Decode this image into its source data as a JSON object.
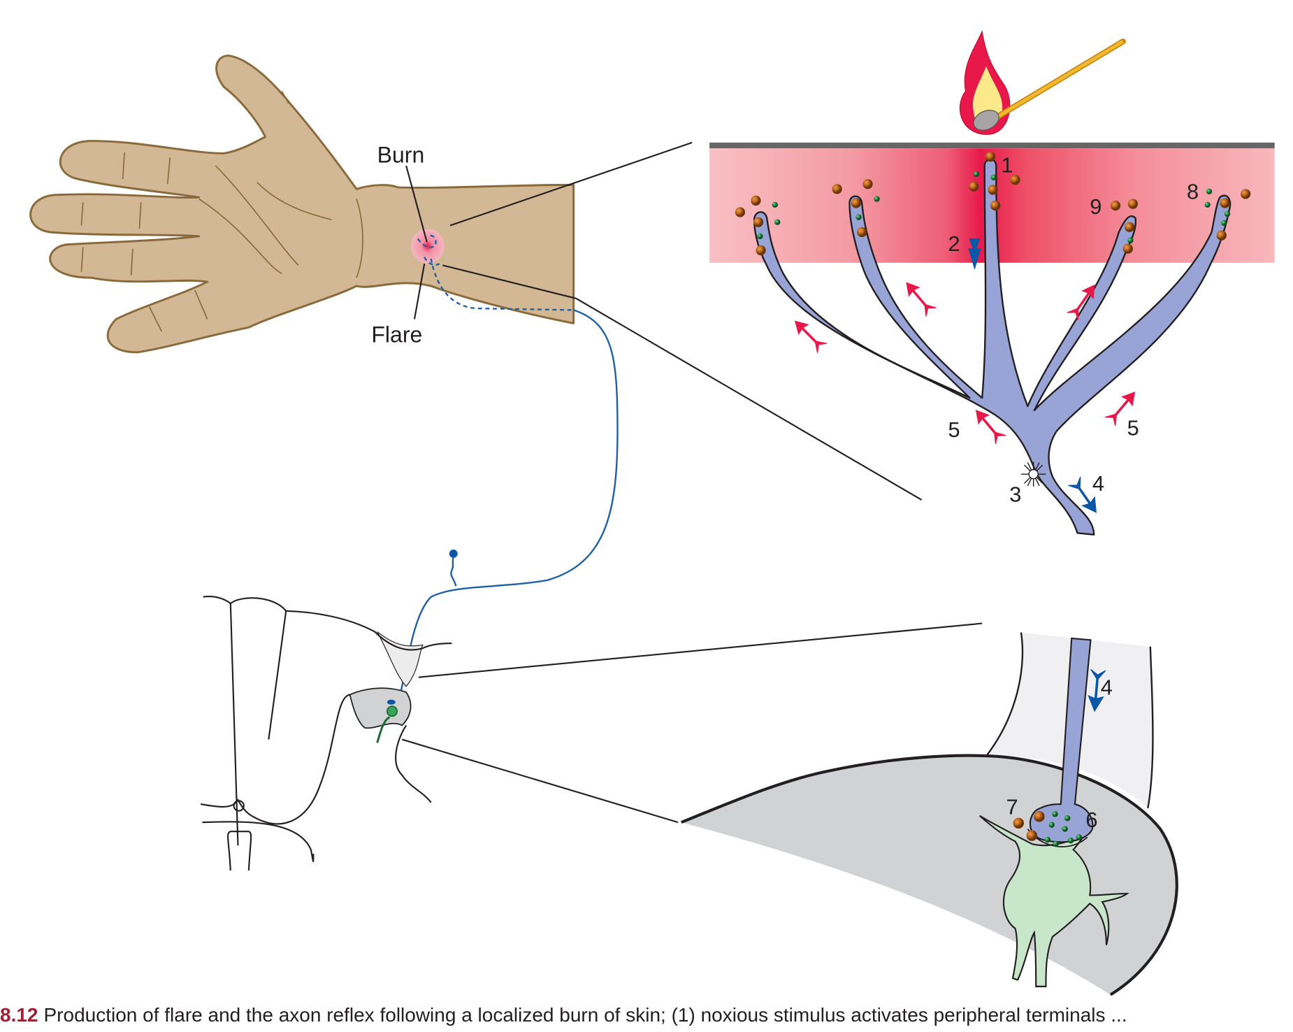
{
  "figure": {
    "hand_labels": {
      "burn": "Burn",
      "flare": "Flare"
    },
    "step_labels": {
      "s1": "1",
      "s2": "2",
      "s3": "3",
      "s4": "4",
      "s4b": "4",
      "s5a": "5",
      "s5b": "5",
      "s6": "6",
      "s7": "7",
      "s8": "8",
      "s9": "9"
    },
    "colors": {
      "skin": "#d3b895",
      "skin_outline": "#8a6a3a",
      "dermis_light": "#f6b5bb",
      "dermis_hot": "#e8194a",
      "nerve_fill": "#98a3d6",
      "antidromic_arrow": "#e8194a",
      "orthodromic_arrow": "#0a57a8",
      "substance_p_granule": "#b8651a",
      "cgrp_granule": "#1f8a3e",
      "grey_matter": "#d1d2d4",
      "neuron": "#c8e6c9",
      "epidermis": "#666666"
    },
    "icons": [
      "match-flame-icon",
      "spark-icon"
    ],
    "caption": {
      "number": "8.12",
      "text": "Production of flare and the axon reflex following a localized burn of skin; (1) noxious stimulus activates peripheral terminals ..."
    }
  }
}
